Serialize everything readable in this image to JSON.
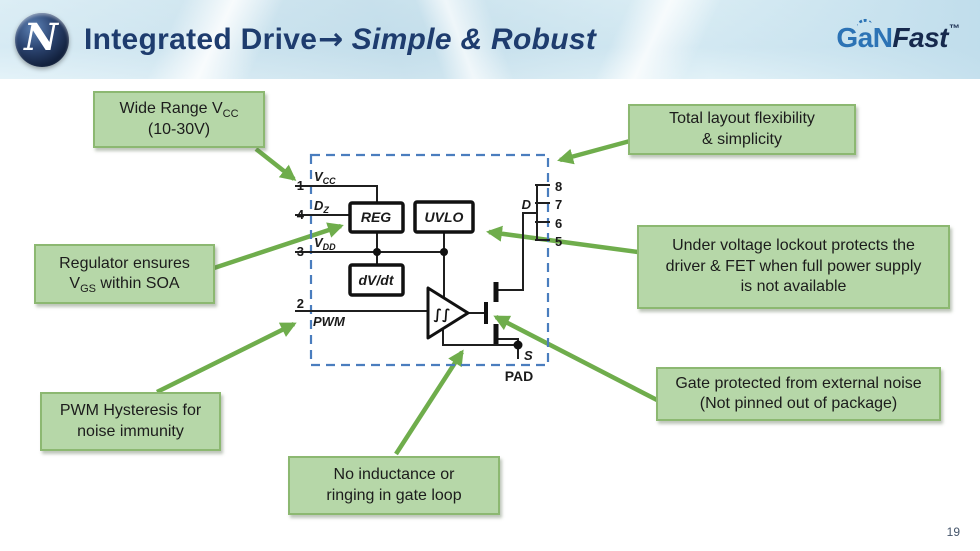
{
  "header": {
    "logo_letter": "N",
    "title_main": "Integrated Drive",
    "title_arrow": "→",
    "title_emphasis": "Simple & Robust",
    "brand_gan": "GaN",
    "brand_fast": "Fast",
    "brand_tm": "™"
  },
  "diagram": {
    "pin_vcc": {
      "num": "1",
      "base": "V",
      "sub": "CC"
    },
    "pin_dz": {
      "num": "4",
      "base": "D",
      "sub": "Z"
    },
    "pin_vdd": {
      "num": "3",
      "base": "V",
      "sub": "DD"
    },
    "pin_pwm": {
      "num": "2",
      "label": "PWM"
    },
    "block_reg": "REG",
    "block_uvlo": "UVLO",
    "block_dvdt": "dV/dt",
    "hysteresis_glyph": "∫∫",
    "pin_right_8": "8",
    "pin_right_7": "7",
    "pin_right_6": "6",
    "pin_right_5": "5",
    "drain_label": "D",
    "source_label": "S",
    "pad_label": "PAD"
  },
  "callouts": {
    "wide_range": {
      "line1_pre": "Wide Range V",
      "line1_sub": "CC",
      "line2": "(10-30V)"
    },
    "layout": {
      "line1": "Total layout flexibility",
      "line2": "& simplicity"
    },
    "regulator": {
      "line1": "Regulator ensures",
      "line2_pre": "V",
      "line2_sub": "GS",
      "line2_post": " within SOA"
    },
    "uvlo": {
      "line1": "Under voltage lockout protects the",
      "line2": "driver & FET when full power supply",
      "line3": "is not available"
    },
    "pwm": {
      "line1": "PWM Hysteresis for",
      "line2": "noise immunity"
    },
    "gate": {
      "line1": "Gate protected from external noise",
      "line2": "(Not pinned out of package)"
    },
    "inductance": {
      "line1": "No inductance or",
      "line2": "ringing in gate loop"
    }
  },
  "page_number": "19",
  "colors": {
    "accent_green": "#6fad4c",
    "callout_fill": "#b6d7a8",
    "callout_border": "#8cb871",
    "dashed_box_blue": "#4a7dbe",
    "title_navy": "#1e3c6e",
    "gan_blue": "#2c73b5"
  }
}
